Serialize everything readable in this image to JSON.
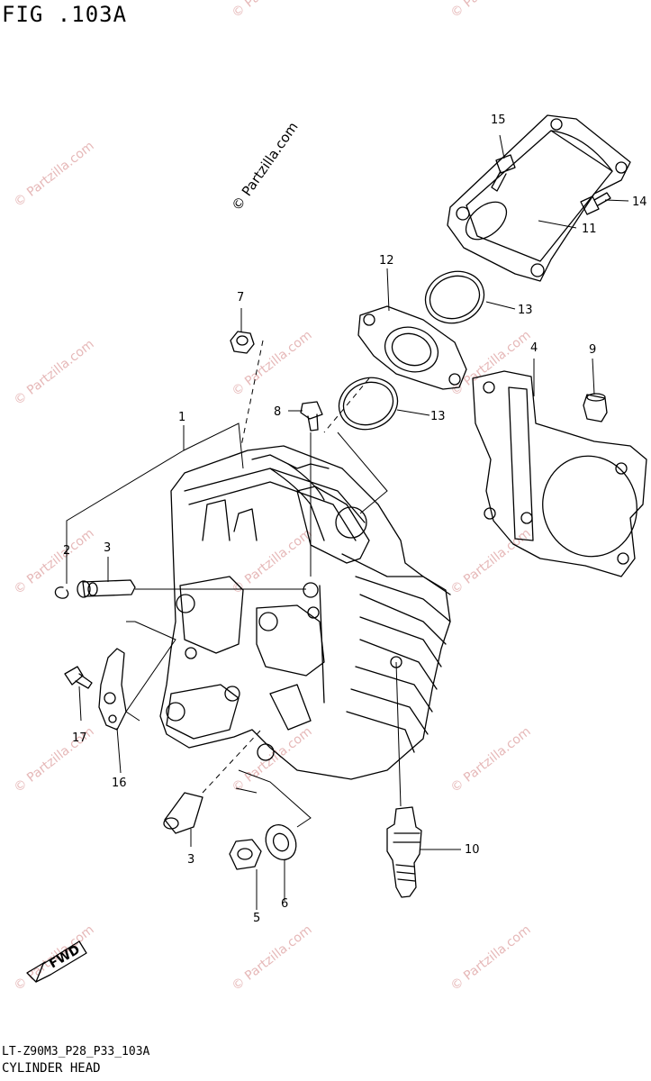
{
  "figure": {
    "title": "FIG .103A",
    "code": "LT-Z90M3_P28_P33_103A",
    "name": "CYLINDER HEAD",
    "credit": "© Partzilla.com",
    "watermark": "© Partzilla.com",
    "direction_label": "FWD"
  },
  "callouts": [
    "1",
    "2",
    "3",
    "3",
    "4",
    "5",
    "6",
    "7",
    "8",
    "9",
    "10",
    "11",
    "12",
    "13",
    "13",
    "14",
    "15",
    "16",
    "17"
  ],
  "colors": {
    "line": "#000000",
    "watermark": "#e6b8b8",
    "background": "#ffffff"
  }
}
